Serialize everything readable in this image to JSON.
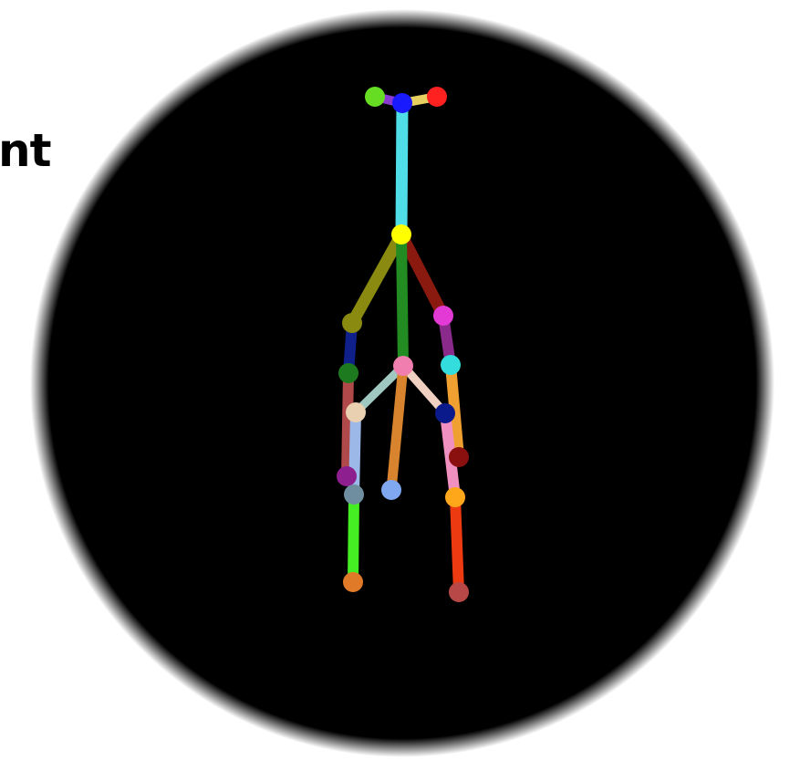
{
  "caption_fragment": "nt",
  "colors": {
    "background_disc": "#000000",
    "page": "#ffffff"
  },
  "skeleton": {
    "joints": [
      {
        "id": "ear-left",
        "color": "#66dd22"
      },
      {
        "id": "nose",
        "color": "#1a1aff"
      },
      {
        "id": "ear-right",
        "color": "#ff2020"
      },
      {
        "id": "neck",
        "color": "#ffff00"
      },
      {
        "id": "shoulder-left",
        "color": "#8a8a10"
      },
      {
        "id": "shoulder-right",
        "color": "#e33ad6"
      },
      {
        "id": "elbow-left",
        "color": "#1e7a1e"
      },
      {
        "id": "elbow-right",
        "color": "#33dddd"
      },
      {
        "id": "pelvis",
        "color": "#f07fb0"
      },
      {
        "id": "hip-left",
        "color": "#e8d0b0"
      },
      {
        "id": "hip-right",
        "color": "#0b1a8a"
      },
      {
        "id": "wrist-left",
        "color": "#8e1f8e"
      },
      {
        "id": "wrist-right",
        "color": "#8a1010"
      },
      {
        "id": "knee-left",
        "color": "#6f8fa0"
      },
      {
        "id": "knee-center",
        "color": "#7fa8f0"
      },
      {
        "id": "knee-right",
        "color": "#ffa71a"
      },
      {
        "id": "ankle-left",
        "color": "#e07a28"
      },
      {
        "id": "ankle-right",
        "color": "#b84848"
      }
    ],
    "bones": [
      {
        "id": "head-left",
        "color": "#8a3ad0"
      },
      {
        "id": "head-right",
        "color": "#e8d060"
      },
      {
        "id": "neck-head",
        "color": "#4fdde8"
      },
      {
        "id": "neck-shoulder-left",
        "color": "#8a8a10"
      },
      {
        "id": "neck-shoulder-right",
        "color": "#8a1a10"
      },
      {
        "id": "spine",
        "color": "#228b22"
      },
      {
        "id": "upperarm-left",
        "color": "#10208a"
      },
      {
        "id": "upperarm-right",
        "color": "#8a2a8a"
      },
      {
        "id": "forearm-left",
        "color": "#b04a4a"
      },
      {
        "id": "forearm-right",
        "color": "#f0a030"
      },
      {
        "id": "pelvis-hip-left",
        "color": "#9fc8c0"
      },
      {
        "id": "pelvis-hip-right",
        "color": "#f0d0c0"
      },
      {
        "id": "pelvis-center-leg",
        "color": "#d8842e"
      },
      {
        "id": "thigh-left",
        "color": "#9cb8e8"
      },
      {
        "id": "thigh-right",
        "color": "#f090c0"
      },
      {
        "id": "shin-left",
        "color": "#44ee22"
      },
      {
        "id": "shin-right",
        "color": "#ee3a10"
      }
    ]
  }
}
